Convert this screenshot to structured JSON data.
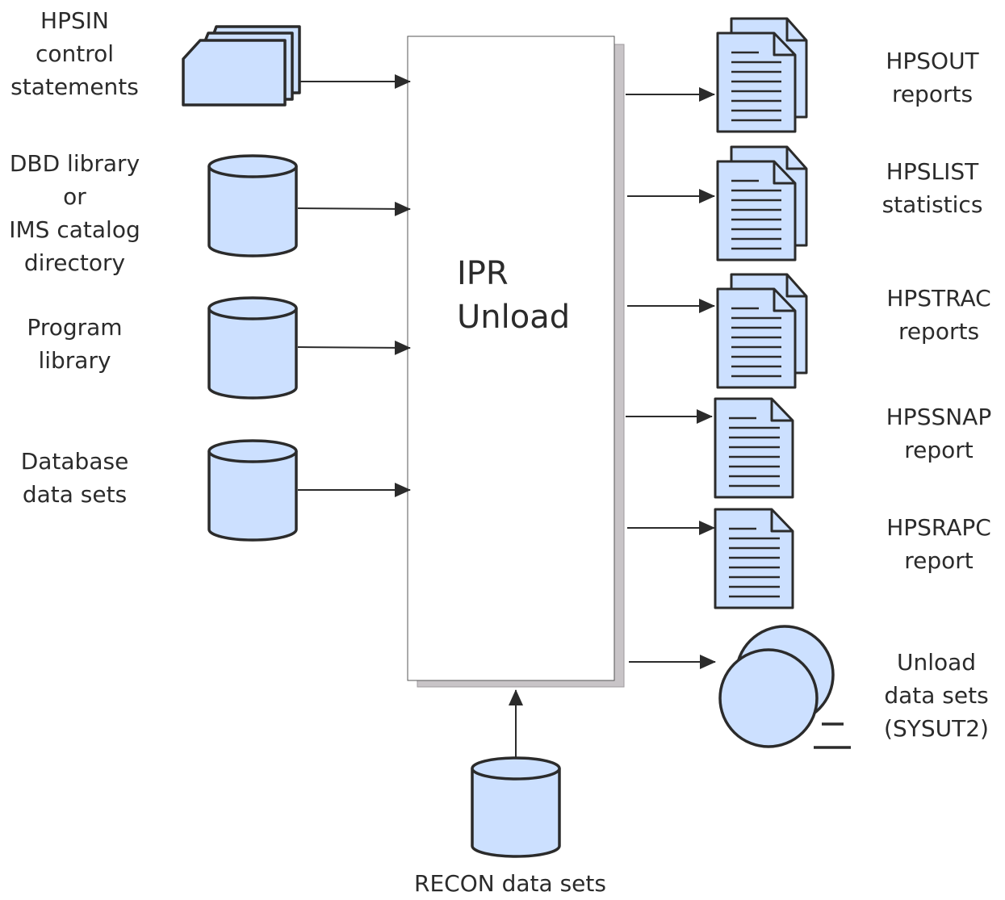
{
  "colors": {
    "fill": "#cce0ff",
    "stroke": "#2b2b2b",
    "box_shadow": "#c8c4c7"
  },
  "center_box": {
    "lines": [
      "IPR",
      "Unload"
    ]
  },
  "inputs": [
    {
      "icon": "card-deck-icon",
      "lines": [
        "HPSIN",
        "control",
        "statements"
      ]
    },
    {
      "icon": "database-icon",
      "lines": [
        "DBD library",
        "or",
        "IMS catalog",
        "directory"
      ]
    },
    {
      "icon": "database-icon",
      "lines": [
        "Program",
        "library"
      ]
    },
    {
      "icon": "database-icon",
      "lines": [
        "Database",
        "data sets"
      ]
    },
    {
      "icon": "database-icon",
      "lines": [
        "RECON data sets"
      ]
    }
  ],
  "outputs": [
    {
      "icon": "document-stack-icon",
      "lines": [
        "HPSOUT",
        "reports"
      ]
    },
    {
      "icon": "document-stack-icon",
      "lines": [
        "HPSLIST",
        "statistics"
      ]
    },
    {
      "icon": "document-stack-icon",
      "lines": [
        "HPSTRAC",
        "reports"
      ]
    },
    {
      "icon": "document-icon",
      "lines": [
        "HPSSNAP",
        "report"
      ]
    },
    {
      "icon": "document-icon",
      "lines": [
        "HPSRAPC",
        "report"
      ]
    },
    {
      "icon": "tape-reel-icon",
      "lines": [
        "Unload",
        "data sets",
        "(SYSUT2)"
      ]
    }
  ]
}
